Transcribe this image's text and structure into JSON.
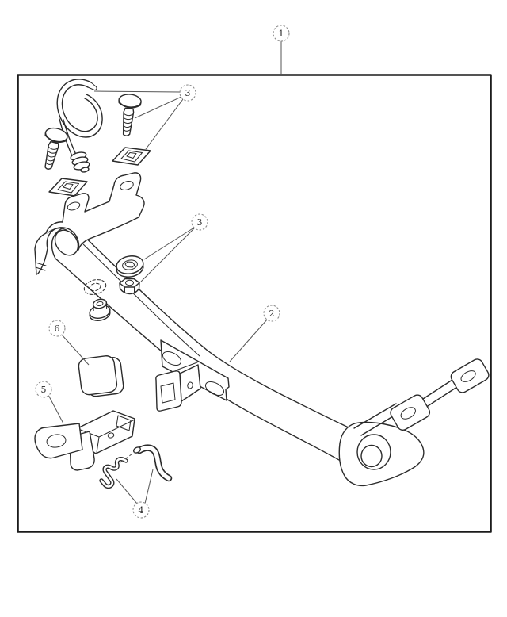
{
  "figure": {
    "background_color": "#ffffff",
    "line_color": "#2b2b2b",
    "leader_color": "#555555",
    "border_color": "#1b1b1b",
    "callouts": [
      {
        "label": "1"
      },
      {
        "label": "3"
      },
      {
        "label": "3"
      },
      {
        "label": "2"
      },
      {
        "label": "6"
      },
      {
        "label": "5"
      },
      {
        "label": "4"
      }
    ]
  }
}
